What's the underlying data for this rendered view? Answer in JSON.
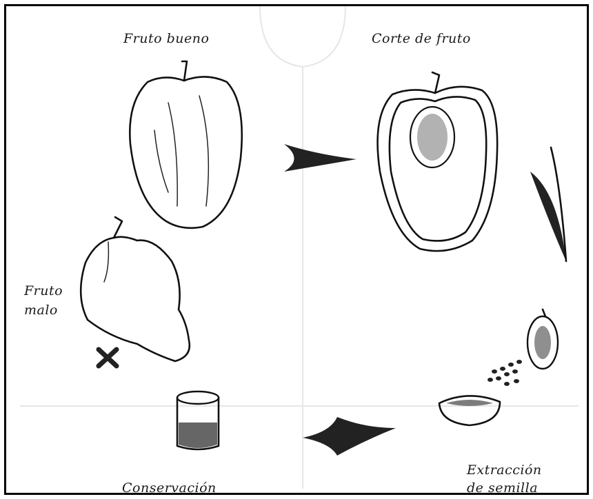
{
  "labels": {
    "fruto_bueno": "Fruto bueno",
    "corte_de_fruto": "Corte de fruto",
    "fruto_malo_line1": "Fruto",
    "fruto_malo_line2": "malo",
    "extraccion_line1": "Extracción",
    "extraccion_line2": "de semilla",
    "conservacion": "Conservación"
  },
  "colors": {
    "ink": "#111111",
    "background": "#ffffff",
    "reject_mark": "#222222"
  },
  "icons": [
    "good-pepper-icon",
    "cut-pepper-icon",
    "bad-pepper-icon",
    "reject-x-icon",
    "seed-core-icon",
    "seed-dish-icon",
    "seed-jar-icon",
    "arrow-icon"
  ]
}
